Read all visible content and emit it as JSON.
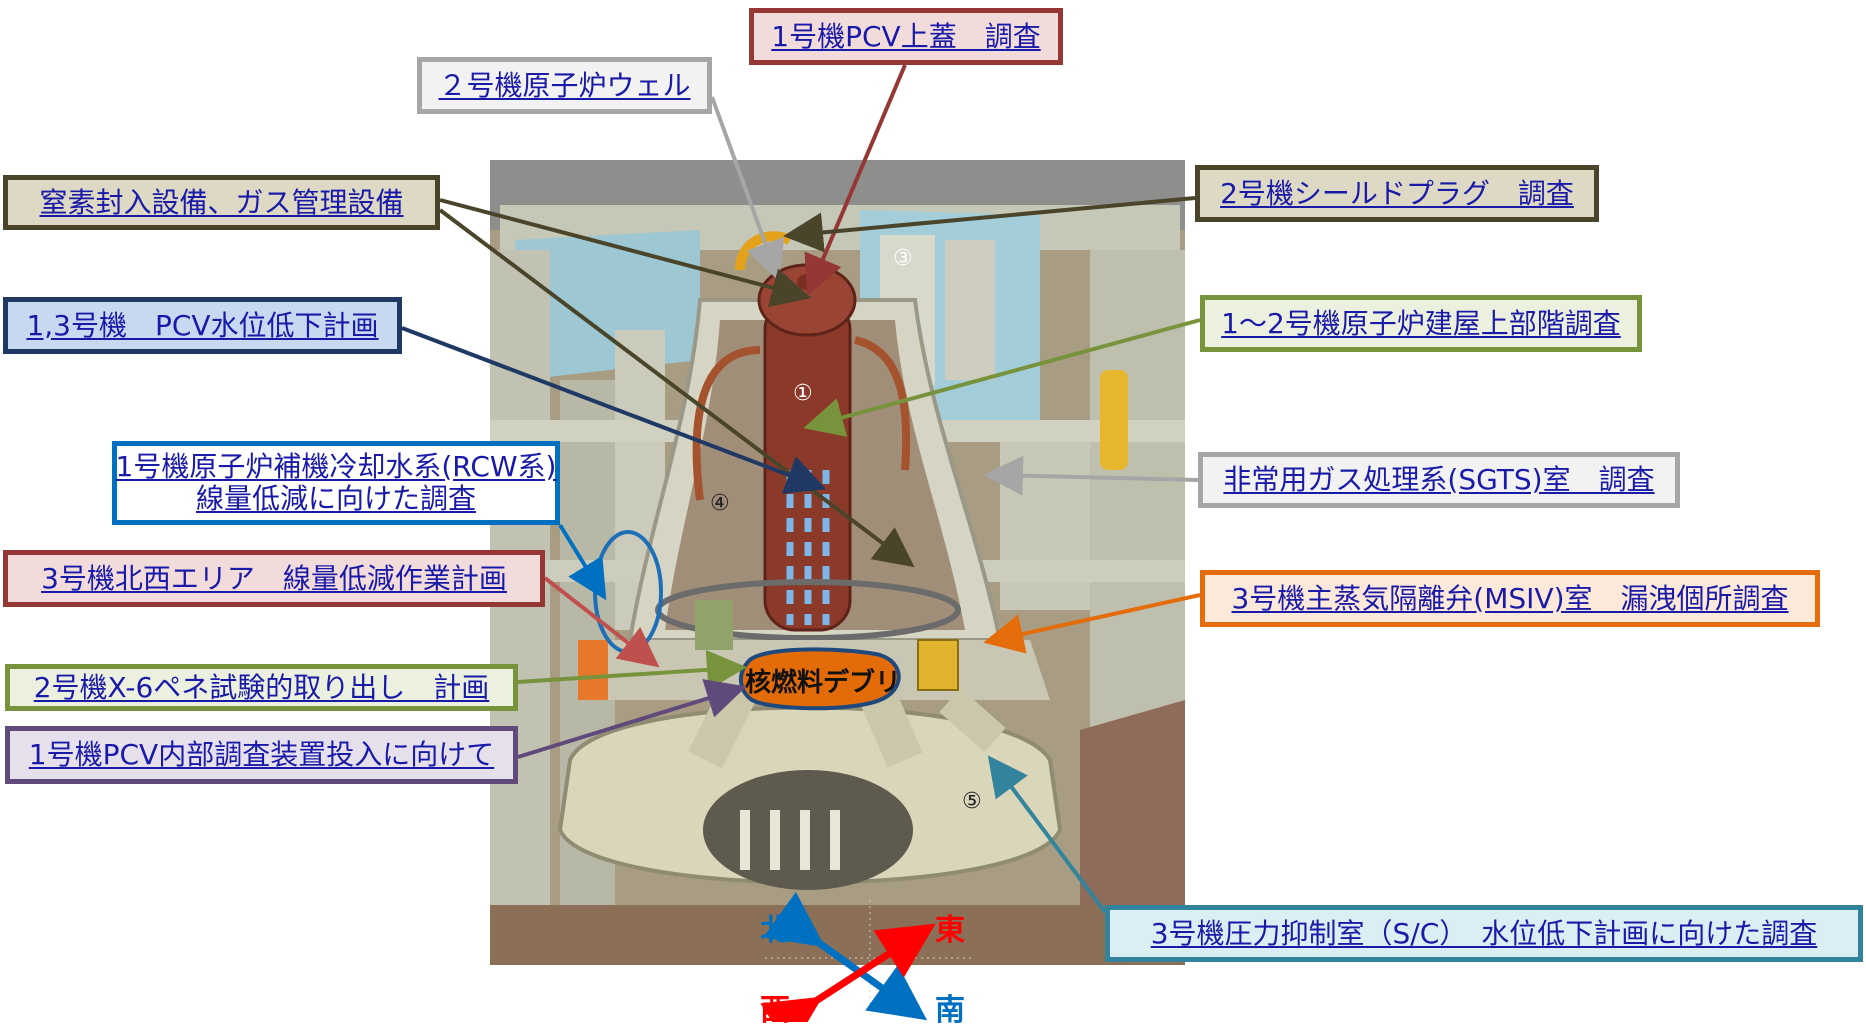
{
  "callouts": {
    "u1_pcv_lid": "1号機PCV上蓋　調査",
    "u2_reactor_well": "２号機原子炉ウェル",
    "nitrogen_gas": "窒素封入設備、ガス管理設備",
    "u2_shield_plug": "2号機シールドプラグ　調査",
    "u13_pcv_water": "1,3号機　PCV水位低下計画",
    "u12_upper_floor": "1～2号機原子炉建屋上部階調査",
    "u1_rcw_line1": "1号機原子炉補機冷却水系(RCW系)",
    "u1_rcw_line2": "線量低減に向けた調査",
    "sgts_room": "非常用ガス処理系(SGTS)室　調査",
    "u3_northwest": "3号機北西エリア　線量低減作業計画",
    "u3_msiv": "3号機主蒸気隔離弁(MSIV)室　漏洩個所調査",
    "u2_x6": "2号機X-6ペネ試験的取り出し　計画",
    "u1_pcv_device": "1号機PCV内部調査装置投入に向けて",
    "u3_sc": "3号機圧力抑制室（S/C）　水位低下計画に向けた調査"
  },
  "debris_label": "核燃料デブリ",
  "markers": [
    "①",
    "③",
    "④",
    "⑤"
  ],
  "compass": {
    "north": "北",
    "east": "東",
    "west": "西",
    "south": "南"
  },
  "colors": {
    "red_border": "#953735",
    "red_fill": "#f2dcdb",
    "grey_border": "#a6a6a6",
    "grey_fill": "#f2f2f2",
    "olive_border": "#4a452a",
    "olive_fill": "#ddd9c4",
    "navy_border": "#1f3864",
    "navy_fill": "#c6d9f1",
    "green_border": "#77933c",
    "green_fill": "#ebf1de",
    "blue_border": "#0070c0",
    "orange_border": "#e46c0a",
    "orange_fill": "#fde9d9",
    "purple_border": "#604a7b",
    "purple_fill": "#e6e0ec",
    "teal_border": "#31849b",
    "teal_fill": "#dbeef4",
    "debris_fill": "#e36c09",
    "debris_outline": "#1f497d",
    "compass_red": "#ff0000",
    "compass_blue": "#0070c0"
  }
}
